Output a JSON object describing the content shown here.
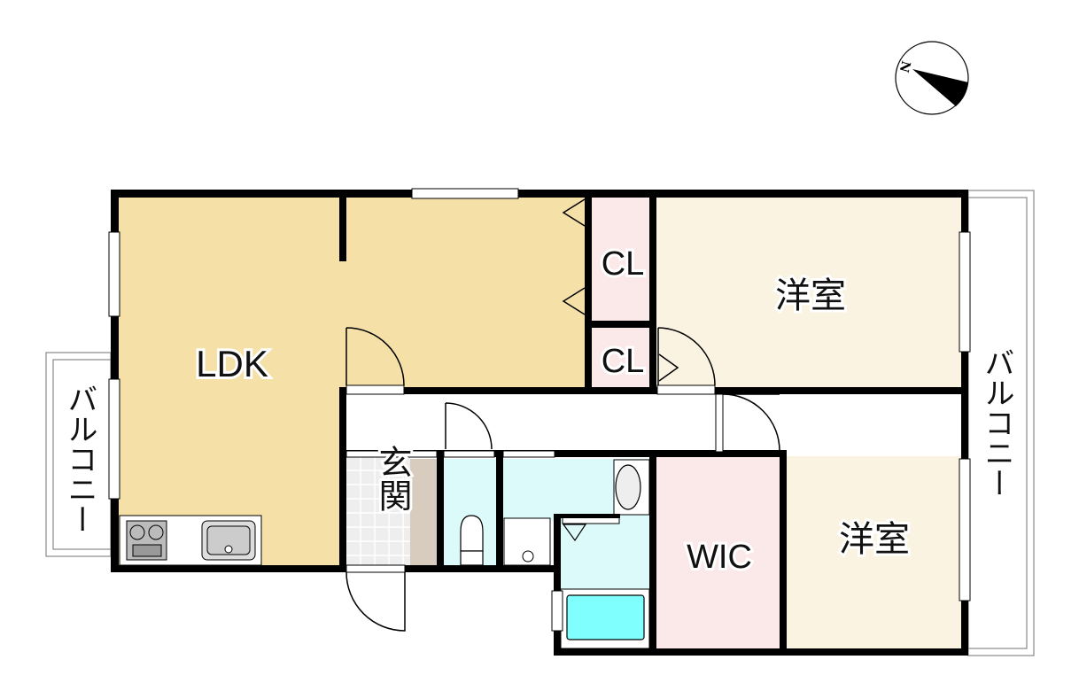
{
  "rooms": {
    "ldk": "LDK",
    "closet_upper": "CL",
    "closet_lower": "CL",
    "western_room_1": "洋室",
    "western_room_2": "洋室",
    "wic": "WIC",
    "entrance": "玄関",
    "balcony_left": "バルコニー",
    "balcony_right": "バルコニー"
  },
  "compass": {
    "north_label": "N"
  },
  "colors": {
    "ldk": "#f5e0a8",
    "western": "#faf3e1",
    "closet": "#fbe9ea",
    "wet": "#dcfafa",
    "tub": "#80ffff",
    "entrance_tile": "#eeeeee",
    "shoe_box": "#d8ccbf"
  }
}
